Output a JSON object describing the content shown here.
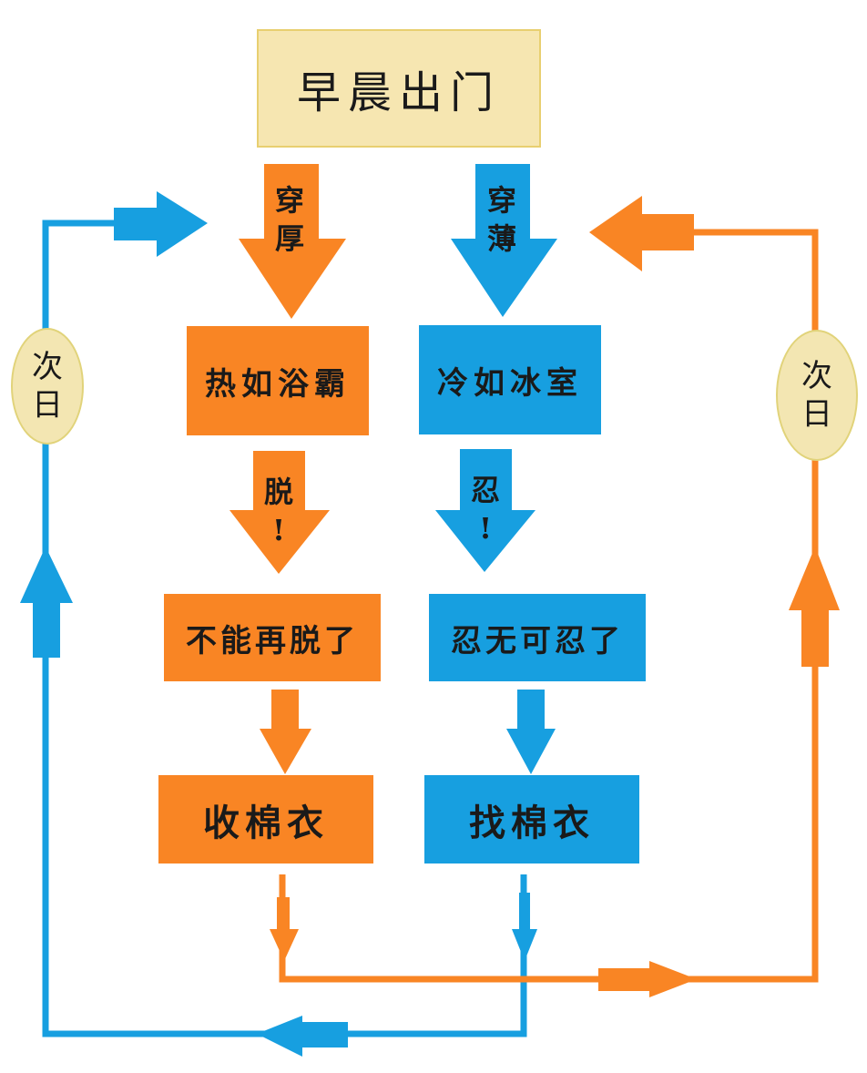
{
  "colors": {
    "orange": "#f98524",
    "blue": "#179fe0",
    "start_bg": "#f6e6b1",
    "oval_bg": "#f3e6b2"
  },
  "start": {
    "label": "早晨出门"
  },
  "left_branch": {
    "arrow1_label": [
      "穿",
      "厚"
    ],
    "box1": "热如浴霸",
    "arrow2_label": [
      "脱",
      "!"
    ],
    "box2": "不能再脱了",
    "box3": "收棉衣"
  },
  "right_branch": {
    "arrow1_label": [
      "穿",
      "薄"
    ],
    "box1": "冷如冰室",
    "arrow2_label": [
      "忍",
      "!"
    ],
    "box2": "忍无可忍了",
    "box3": "找棉衣"
  },
  "loops": {
    "left_oval": [
      "次",
      "日"
    ],
    "right_oval": [
      "次",
      "日"
    ]
  }
}
